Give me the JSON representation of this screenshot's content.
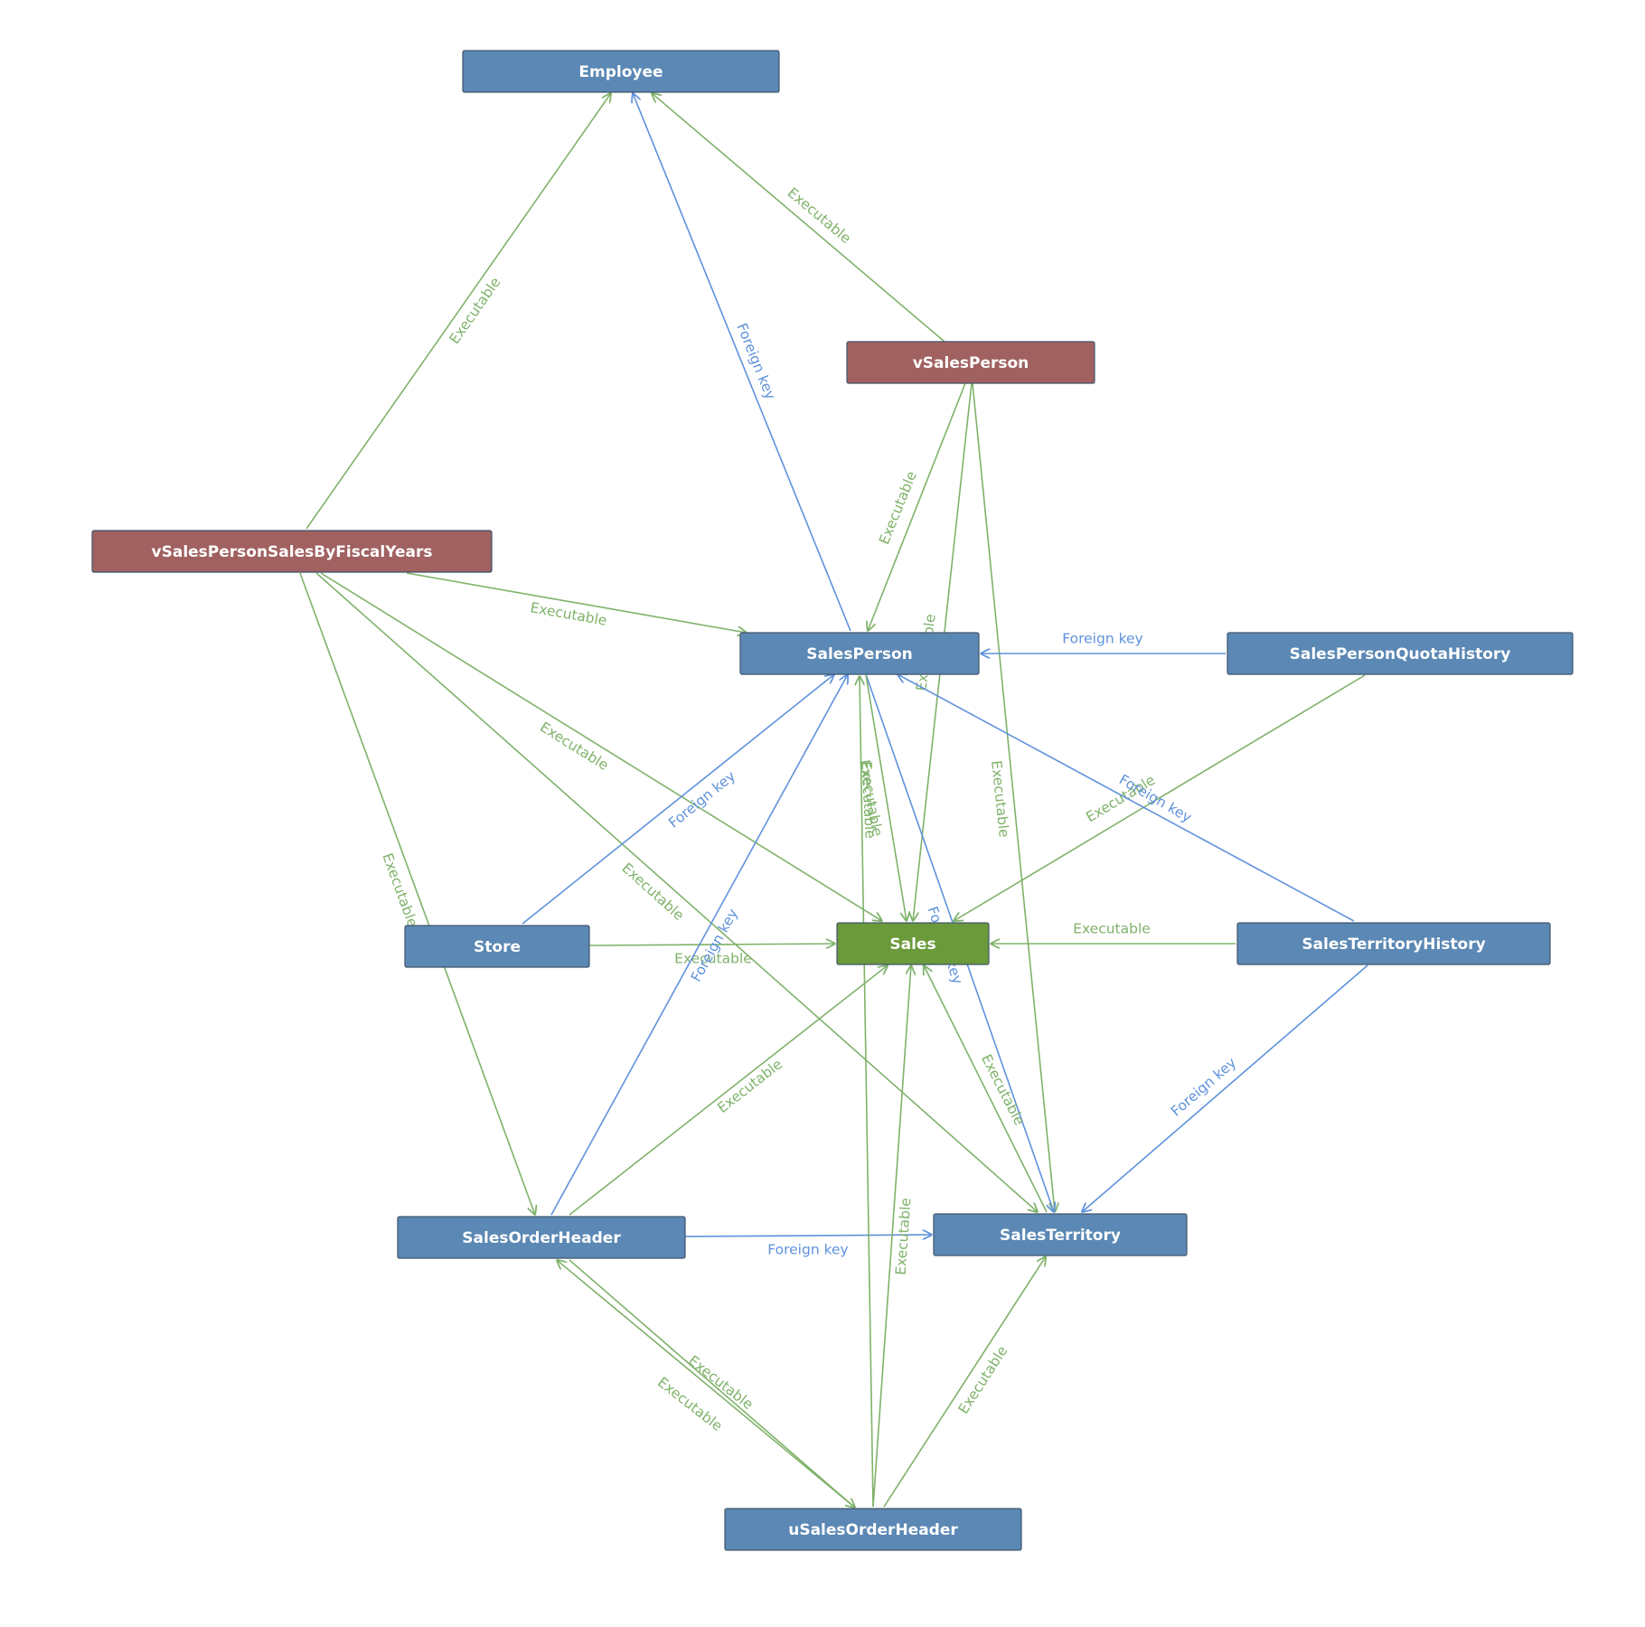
{
  "colors": {
    "table_node": "#5b88b4",
    "view_node": "#a06160",
    "focus_node": "#6a9a3a",
    "executable_edge": "#7fb26a",
    "foreign_key_edge": "#5f92dc",
    "node_text": "#ffffff"
  },
  "nodes": [
    {
      "id": "employee",
      "label": "Employee",
      "kind": "table"
    },
    {
      "id": "vsalesperson",
      "label": "vSalesPerson",
      "kind": "view"
    },
    {
      "id": "vsalespersonsalesbyfiscalyears",
      "label": "vSalesPersonSalesByFiscalYears",
      "kind": "view"
    },
    {
      "id": "salesperson",
      "label": "SalesPerson",
      "kind": "table"
    },
    {
      "id": "salespersonquotahistory",
      "label": "SalesPersonQuotaHistory",
      "kind": "table"
    },
    {
      "id": "store",
      "label": "Store",
      "kind": "table"
    },
    {
      "id": "sales",
      "label": "Sales",
      "kind": "focus"
    },
    {
      "id": "salesterritoryhistory",
      "label": "SalesTerritoryHistory",
      "kind": "table"
    },
    {
      "id": "salesorderheader",
      "label": "SalesOrderHeader",
      "kind": "table"
    },
    {
      "id": "salesterritory",
      "label": "SalesTerritory",
      "kind": "table"
    },
    {
      "id": "usalesorderheader",
      "label": "uSalesOrderHeader",
      "kind": "table"
    }
  ],
  "edges": [
    {
      "from": "vsalespersonsalesbyfiscalyears",
      "to": "employee",
      "type": "executable",
      "label": "Executable"
    },
    {
      "from": "salesperson",
      "to": "employee",
      "type": "foreign_key",
      "label": "Foreign key"
    },
    {
      "from": "vsalesperson",
      "to": "employee",
      "type": "executable",
      "label": "Executable"
    },
    {
      "from": "vsalesperson",
      "to": "salesperson",
      "type": "executable",
      "label": "Executable"
    },
    {
      "from": "vsalesperson",
      "to": "sales",
      "type": "executable",
      "label": "Executable"
    },
    {
      "from": "vsalesperson",
      "to": "salesterritory",
      "type": "executable",
      "label": "Executable"
    },
    {
      "from": "vsalespersonsalesbyfiscalyears",
      "to": "salesperson",
      "type": "executable",
      "label": "Executable"
    },
    {
      "from": "vsalespersonsalesbyfiscalyears",
      "to": "sales",
      "type": "executable",
      "label": "Executable"
    },
    {
      "from": "vsalespersonsalesbyfiscalyears",
      "to": "salesterritory",
      "type": "executable",
      "label": "Executable"
    },
    {
      "from": "vsalespersonsalesbyfiscalyears",
      "to": "salesorderheader",
      "type": "executable",
      "label": "Executable"
    },
    {
      "from": "salespersonquotahistory",
      "to": "salesperson",
      "type": "foreign_key",
      "label": "Foreign key"
    },
    {
      "from": "salespersonquotahistory",
      "to": "sales",
      "type": "executable",
      "label": "Executable"
    },
    {
      "from": "salesterritoryhistory",
      "to": "salesperson",
      "type": "foreign_key",
      "label": "Foreign key"
    },
    {
      "from": "salesterritoryhistory",
      "to": "sales",
      "type": "executable",
      "label": "Executable"
    },
    {
      "from": "salesterritoryhistory",
      "to": "salesterritory",
      "type": "foreign_key",
      "label": "Foreign key"
    },
    {
      "from": "store",
      "to": "salesperson",
      "type": "foreign_key",
      "label": "Foreign key"
    },
    {
      "from": "store",
      "to": "sales",
      "type": "executable",
      "label": "Executable"
    },
    {
      "from": "salesorderheader",
      "to": "salesperson",
      "type": "foreign_key",
      "label": "Foreign key"
    },
    {
      "from": "salesorderheader",
      "to": "sales",
      "type": "executable",
      "label": "Executable"
    },
    {
      "from": "salesorderheader",
      "to": "salesterritory",
      "type": "foreign_key",
      "label": "Foreign key"
    },
    {
      "from": "salesperson",
      "to": "salesterritory",
      "type": "foreign_key",
      "label": "Foreign key"
    },
    {
      "from": "salesperson",
      "to": "sales",
      "type": "executable",
      "label": "Executable"
    },
    {
      "from": "salesterritory",
      "to": "sales",
      "type": "executable",
      "label": "Executable"
    },
    {
      "from": "usalesorderheader",
      "to": "salesperson",
      "type": "executable",
      "label": "Executable"
    },
    {
      "from": "usalesorderheader",
      "to": "sales",
      "type": "executable",
      "label": "Executable"
    },
    {
      "from": "usalesorderheader",
      "to": "salesorderheader",
      "type": "executable",
      "label": "Executable"
    },
    {
      "from": "salesorderheader",
      "to": "usalesorderheader",
      "type": "executable",
      "label": "Executable"
    },
    {
      "from": "usalesorderheader",
      "to": "salesterritory",
      "type": "executable",
      "label": "Executable"
    }
  ]
}
